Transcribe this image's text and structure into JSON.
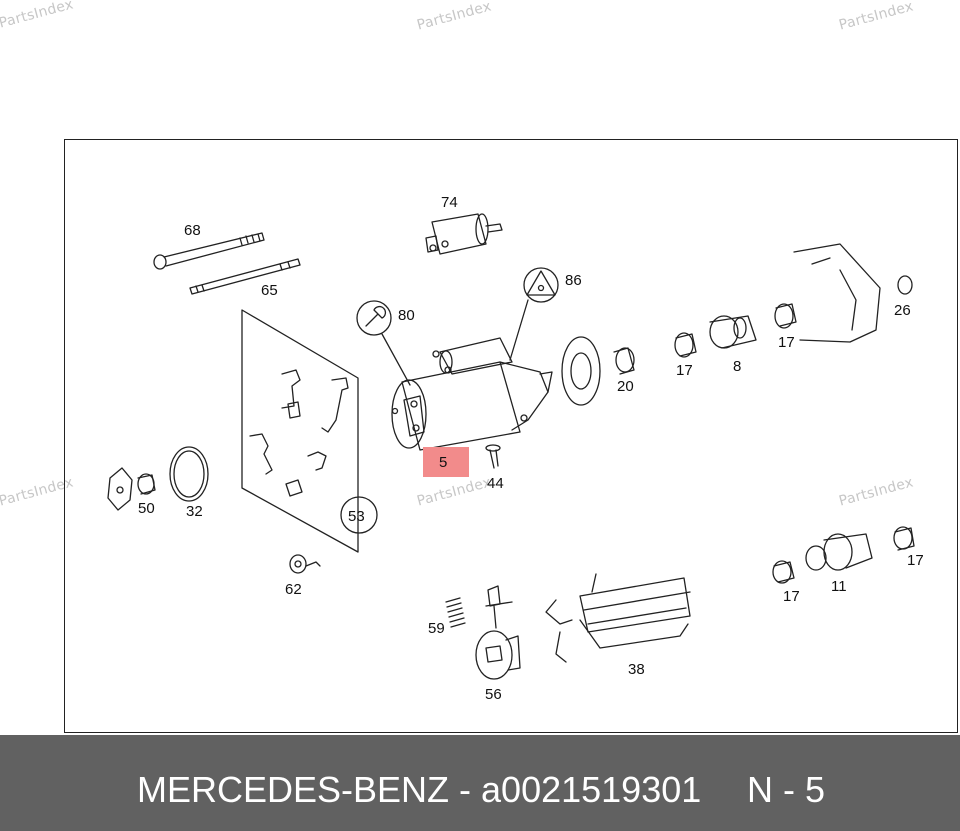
{
  "watermarks": [
    "PartsIndex",
    "PartsIndex",
    "PartsIndex",
    "PartsIndex",
    "PartsIndex",
    "PartsIndex"
  ],
  "diagram": {
    "highlight_color": "#f28b8b",
    "highlighted_label": "5",
    "labels": {
      "p74": "74",
      "p68": "68",
      "p65": "65",
      "p86": "86",
      "p80": "80",
      "p26": "26",
      "p17a": "17",
      "p17b": "17",
      "p8": "8",
      "p20": "20",
      "p44": "44",
      "p50": "50",
      "p32": "32",
      "p53": "53",
      "p62": "62",
      "p59": "59",
      "p56": "56",
      "p38": "38",
      "p11": "11",
      "p17c": "17",
      "p17d": "17"
    }
  },
  "footer": {
    "title": "MERCEDES-BENZ - a0021519301",
    "position": "N - 5",
    "background": "#616161"
  }
}
